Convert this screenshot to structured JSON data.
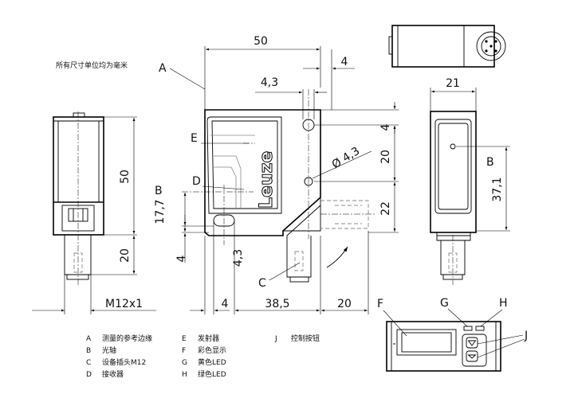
{
  "note": "所有尺寸单位均为毫米",
  "dimensions": {
    "width_front": "50",
    "top_offset": "4",
    "hole_x": "4,3",
    "hole_top": "4",
    "hole_diameter": "Ø 4,3",
    "hole_spacing": "20",
    "hole_bottom": "22",
    "optical_axis": "17,7",
    "left_lower": "4",
    "hole_vertical": "4,3",
    "bottom_left": "4",
    "bottom_mid": "38,5",
    "bottom_right": "20",
    "side_height": "50",
    "side_plug": "20",
    "thread": "M12x1",
    "back_width": "21",
    "back_height": "37,1"
  },
  "labels": {
    "A": "A",
    "B": "B",
    "C": "C",
    "D": "D",
    "E": "E",
    "F": "F",
    "G": "G",
    "H": "H",
    "J": "J"
  },
  "brand": "Leuze",
  "legend": [
    {
      "key": "A",
      "text": "测量的参考边缘"
    },
    {
      "key": "B",
      "text": "光轴"
    },
    {
      "key": "C",
      "text": "设备插头M12"
    },
    {
      "key": "D",
      "text": "接收器"
    },
    {
      "key": "E",
      "text": "发射器"
    },
    {
      "key": "F",
      "text": "彩色显示"
    },
    {
      "key": "G",
      "text": "黄色LED"
    },
    {
      "key": "H",
      "text": "绿色LED"
    },
    {
      "key": "J",
      "text": "控制按钮"
    }
  ]
}
